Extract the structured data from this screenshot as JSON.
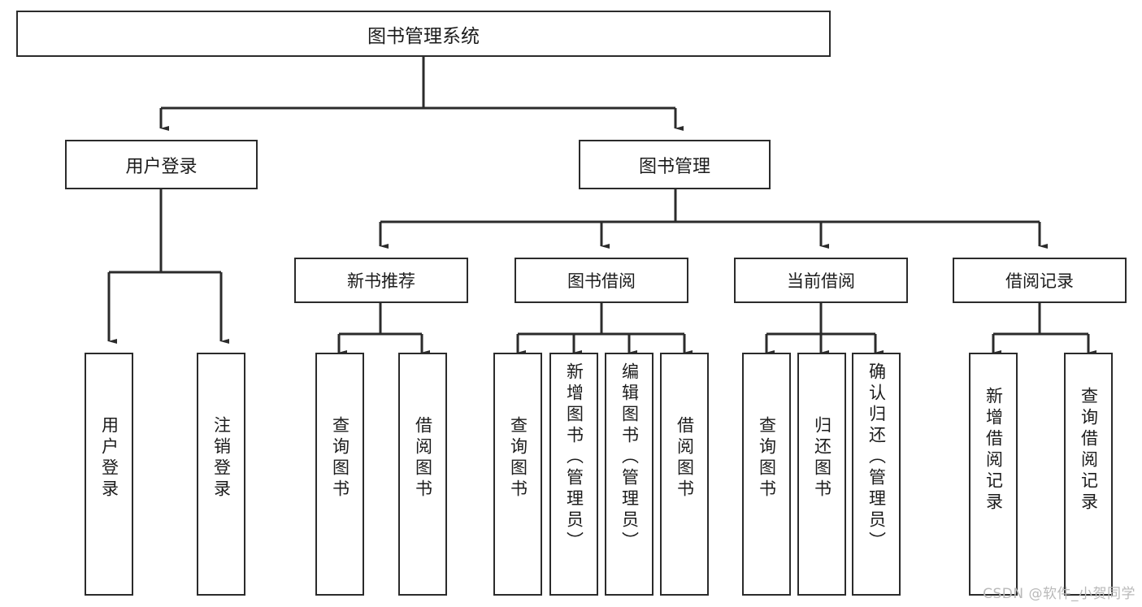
{
  "diagram": {
    "title": "图书管理系统",
    "watermark": "CSDN @软件_小贺同学",
    "root": {
      "label": "图书管理系统"
    },
    "level2": [
      {
        "label": "用户登录"
      },
      {
        "label": "图书管理"
      }
    ],
    "level3": [
      {
        "label": "新书推荐"
      },
      {
        "label": "图书借阅"
      },
      {
        "label": "当前借阅"
      },
      {
        "label": "借阅记录"
      }
    ],
    "leaves": {
      "user_login": [
        {
          "label": "用户登录"
        },
        {
          "label": "注销登录"
        }
      ],
      "new_book_recommend": [
        {
          "label": "查询图书"
        },
        {
          "label": "借阅图书"
        }
      ],
      "book_borrow": [
        {
          "label": "查询图书"
        },
        {
          "label": "新增图书（管理员）"
        },
        {
          "label": "编辑图书（管理员）"
        },
        {
          "label": "借阅图书"
        }
      ],
      "current_borrow": [
        {
          "label": "查询图书"
        },
        {
          "label": "归还图书"
        },
        {
          "label": "确认归还（管理员）"
        }
      ],
      "borrow_record": [
        {
          "label": "新增借阅记录"
        },
        {
          "label": "查询借阅记录"
        }
      ]
    }
  },
  "style": {
    "line_color": "#2b2b2b",
    "box_border": "#2b2b2b",
    "background": "#ffffff",
    "text_color": "#1c1c1c",
    "watermark_color": "#b9b9b9"
  }
}
